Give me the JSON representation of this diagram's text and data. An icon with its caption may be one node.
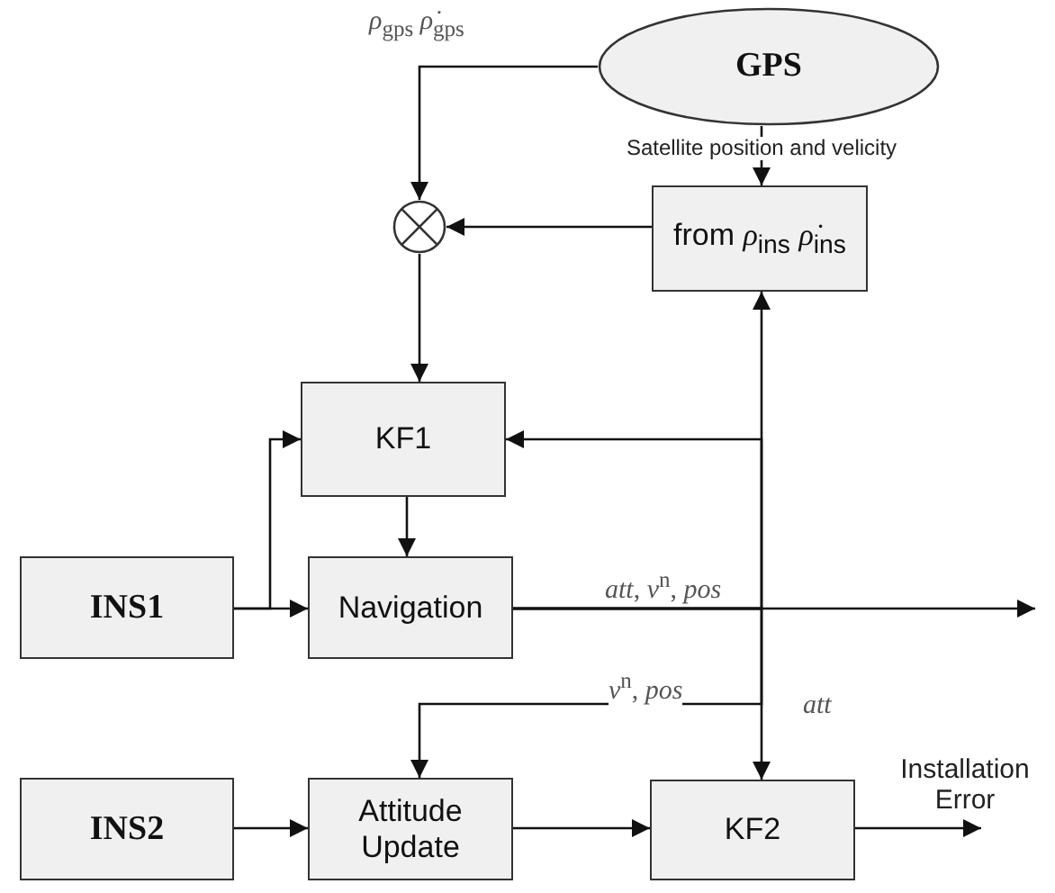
{
  "diagram": {
    "nodes": [
      {
        "text": [
          "GPS"
        ]
      },
      {
        "text": [
          "from *ρ*$_{ins}$ *ρ̇*$_{ins}$"
        ]
      },
      {
        "text": [],
        "shape": "circle"
      },
      {
        "text": [
          "KF1"
        ]
      },
      {
        "text": [
          "INS1"
        ]
      },
      {
        "text": [
          "Navigation"
        ]
      },
      {
        "text": [
          "INS2"
        ]
      },
      {
        "text": [
          "Attitude Update"
        ]
      },
      {
        "text": [
          "KF2"
        ]
      }
    ],
    "edges": [
      {
        "from": 0,
        "to": 2,
        "arrow": "to",
        "label": "*ρ*$_{gps}$ *ρ̇*$_{gps}$"
      },
      {
        "from": 0,
        "to": 1,
        "arrow": "to",
        "label": "Satellite position and velicity"
      },
      {
        "from": 1,
        "to": 2,
        "arrow": "to"
      },
      {
        "from": 2,
        "to": 3,
        "arrow": "to"
      },
      {
        "from": 4,
        "to": 5,
        "arrow": "to"
      },
      {
        "from": 4,
        "to": 3,
        "arrow": "to"
      },
      {
        "from": 3,
        "to": 5,
        "arrow": "to"
      },
      {
        "from": 5,
        "to": null,
        "arrow": "to",
        "label": "*att*, *v*$^{n}$, *pos*"
      },
      {
        "from": 5,
        "to": 1,
        "arrow": "to"
      },
      {
        "from": 5,
        "to": 3,
        "arrow": "to"
      },
      {
        "from": 5,
        "to": 7,
        "arrow": "to",
        "label": "*v*$^{n}$, *pos*"
      },
      {
        "from": 5,
        "to": 8,
        "arrow": "to",
        "label": "*att*"
      },
      {
        "from": 6,
        "to": 7,
        "arrow": "to"
      },
      {
        "from": 7,
        "to": 8,
        "arrow": "to"
      },
      {
        "from": 8,
        "to": null,
        "arrow": "to",
        "label": "Installation Error"
      }
    ]
  }
}
